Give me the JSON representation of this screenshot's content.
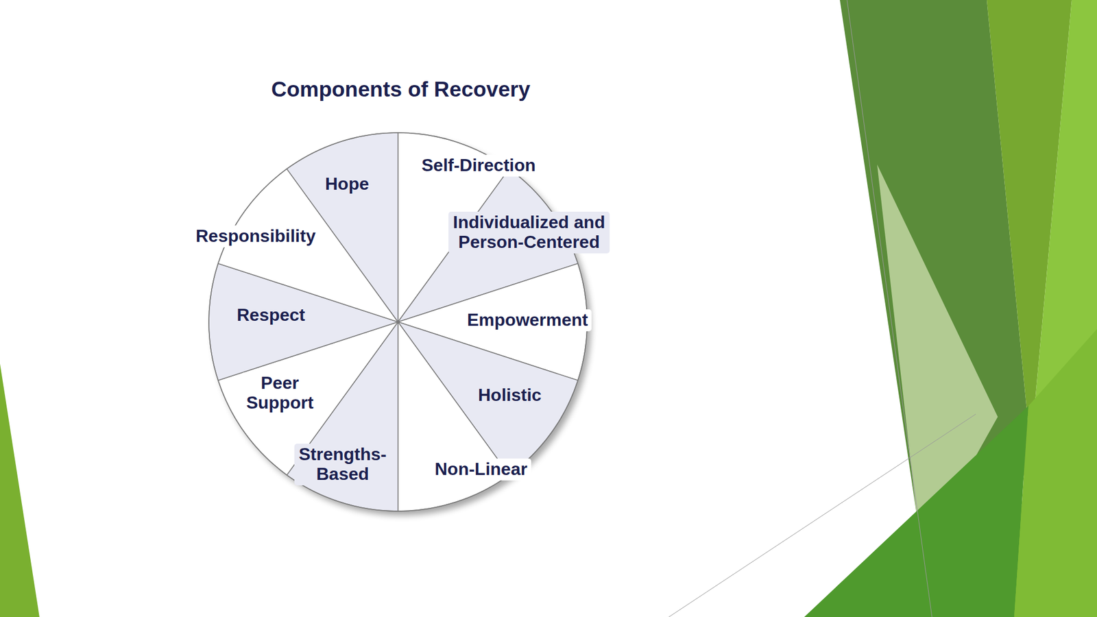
{
  "diagram": {
    "title": "Components of Recovery",
    "nodes": [
      {
        "text": [
          "Self-Direction"
        ]
      },
      {
        "text": [
          "Individualized and Person-Centered"
        ]
      },
      {
        "text": [
          "Empowerment"
        ]
      },
      {
        "text": [
          "Holistic"
        ]
      },
      {
        "text": [
          "Non-Linear"
        ]
      },
      {
        "text": [
          "Strengths-Based"
        ]
      },
      {
        "text": [
          "Peer Support"
        ]
      },
      {
        "text": [
          "Respect"
        ]
      },
      {
        "text": [
          "Responsibility"
        ]
      },
      {
        "text": [
          "Hope"
        ]
      }
    ]
  }
}
